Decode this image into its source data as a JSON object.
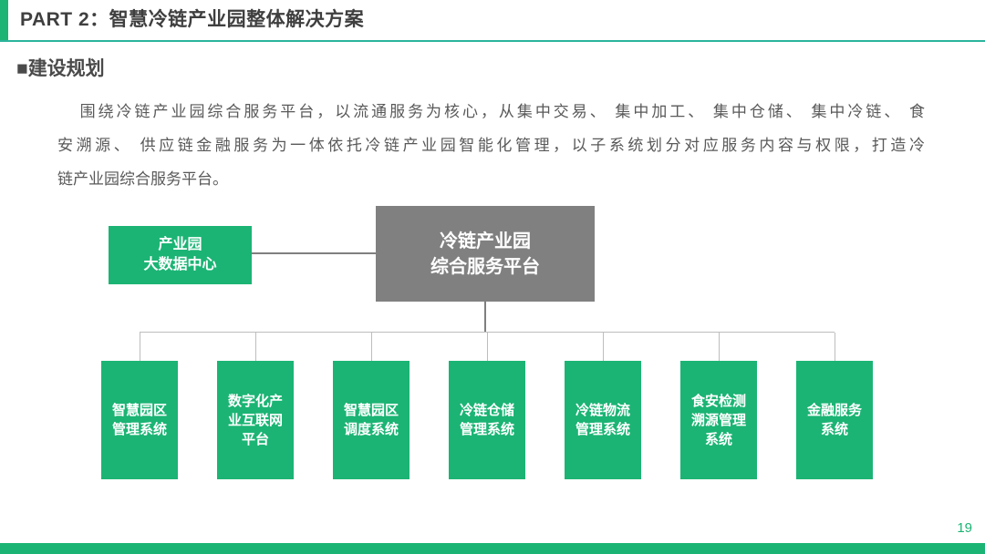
{
  "header": {
    "title": "PART 2：智慧冷链产业园整体解决方案"
  },
  "section": {
    "bullet": "■",
    "title": "建设规划"
  },
  "paragraph": {
    "lines": [
      "围绕冷链产业园综合服务平台，以流通服务为核心，从集中交易、 集中加工、 集中仓储、 集中冷链、 食",
      "安溯源、 供应链金融服务为一体依托冷链产业园智能化管理，以子系统划分对应服务内容与权限，打造冷",
      "链产业园综合服务平台。"
    ]
  },
  "diagram": {
    "root": {
      "label": "冷链产业园\n综合服务平台"
    },
    "side": {
      "label": "产业园\n大数据中心"
    },
    "children": [
      {
        "label": "智慧园区\n管理系统"
      },
      {
        "label": "数字化产\n业互联网\n平台"
      },
      {
        "label": "智慧园区\n调度系统"
      },
      {
        "label": "冷链仓储\n管理系统"
      },
      {
        "label": "冷链物流\n管理系统"
      },
      {
        "label": "食安检测\n溯源管理\n系统"
      },
      {
        "label": "金融服务\n系统"
      }
    ]
  },
  "footer": {
    "page_number": "19"
  },
  "colors": {
    "green": "#1bb474",
    "headerLine": "#2bb49c",
    "grayBox": "#808080",
    "lineLight": "#bdbdbd",
    "lineDark": "#7f7f7f",
    "titleText": "#3f3f3f",
    "bodyText": "#595959"
  }
}
